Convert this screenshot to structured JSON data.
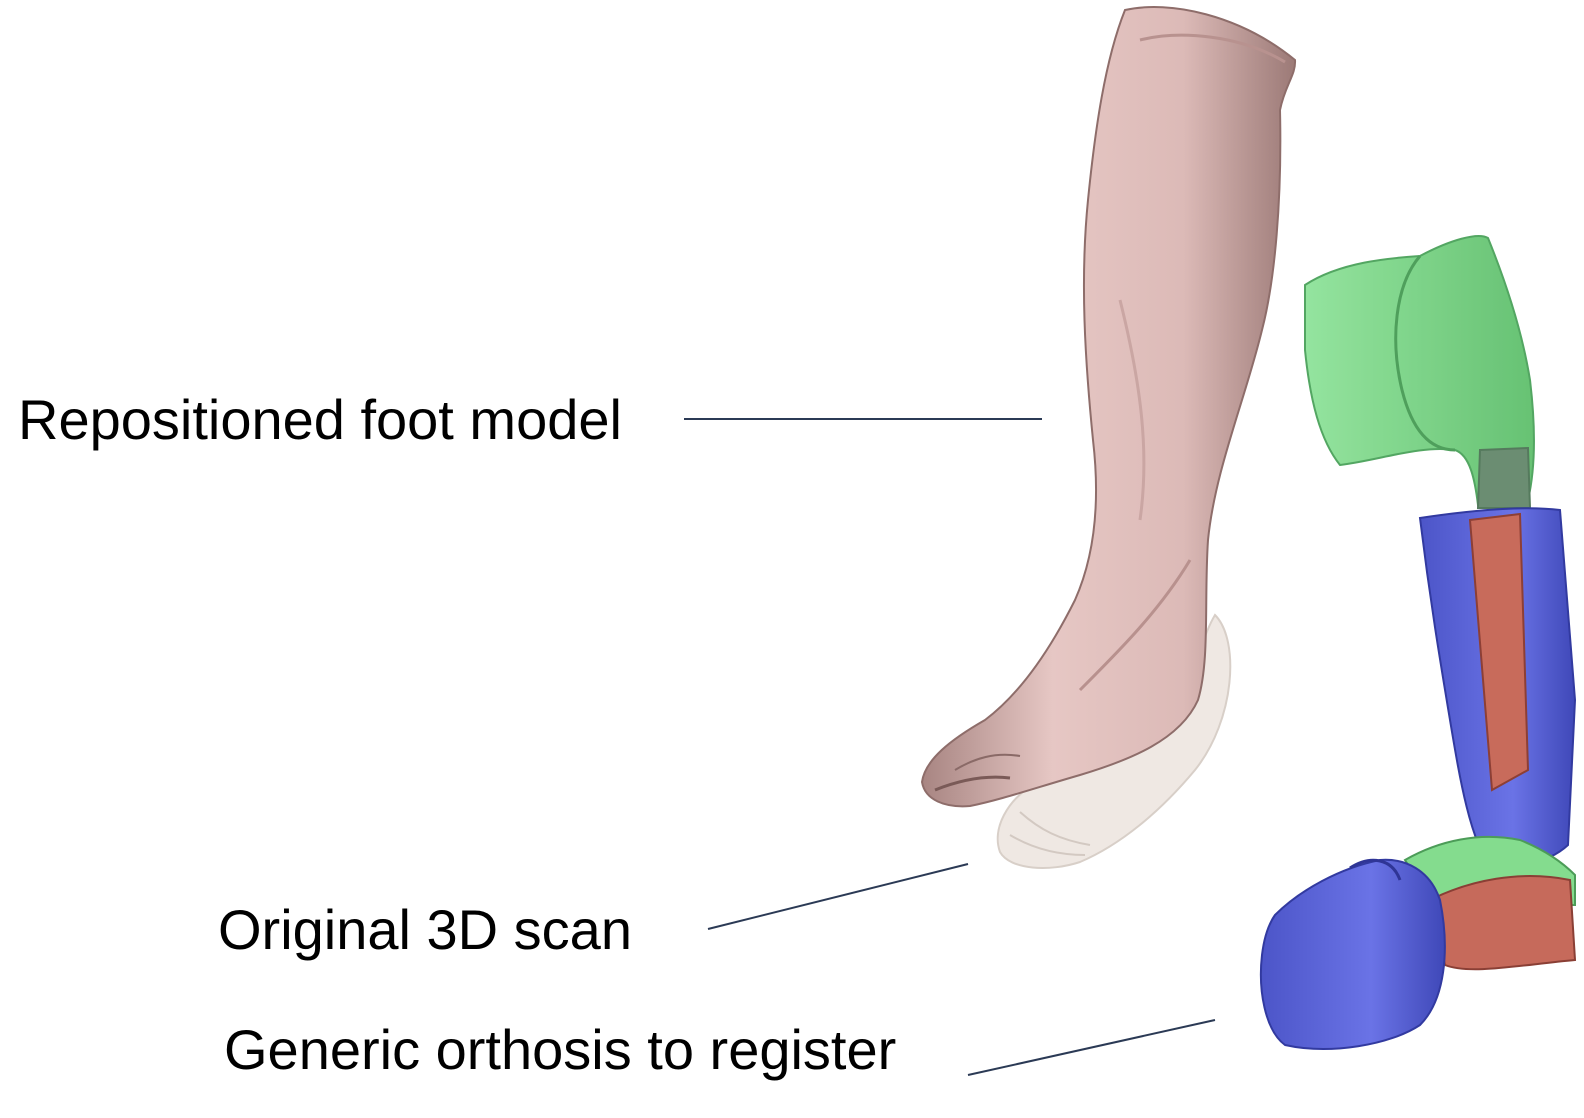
{
  "labels": {
    "repositioned_foot_model": "Repositioned foot model",
    "original_3d_scan": "Original 3D scan",
    "generic_orthosis": "Generic orthosis to register"
  },
  "colors": {
    "skin": "#e3c4c2",
    "skin_shadow": "#b89592",
    "scan": "#efe9e4",
    "orthosis_green": "#7fd98a",
    "orthosis_blue": "#5f68dc",
    "orthosis_red": "#c96a5a",
    "leader_line": "#2b3a55"
  }
}
